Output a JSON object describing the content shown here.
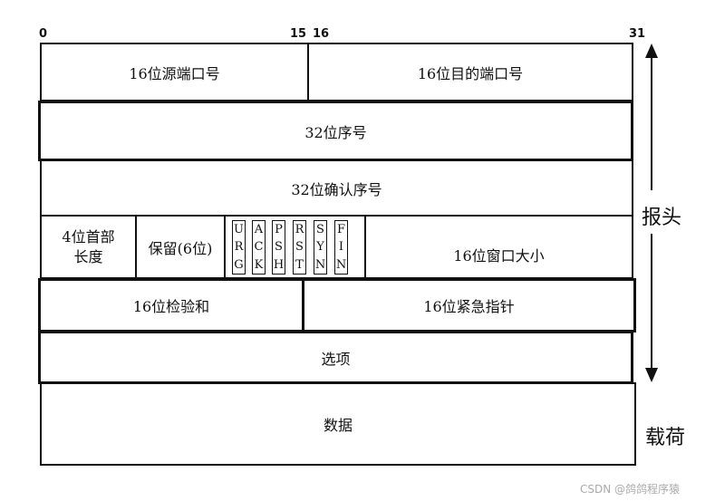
{
  "bit_labels": {
    "b0": "0",
    "b15": "15",
    "b16": "16",
    "b31": "31"
  },
  "fields": {
    "src_port": "16位源端口号",
    "dst_port": "16位目的端口号",
    "seq": "32位序号",
    "ack": "32位确认序号",
    "hdr_len_line1": "4位首部",
    "hdr_len_line2": "长度",
    "reserved": "保留(6位)",
    "window": "16位窗口大小",
    "checksum": "16位检验和",
    "urgent": "16位紧急指针",
    "options": "选项",
    "data": "数据"
  },
  "flags": [
    {
      "name": "urg",
      "letters": [
        "U",
        "R",
        "G"
      ]
    },
    {
      "name": "ack",
      "letters": [
        "A",
        "C",
        "K"
      ]
    },
    {
      "name": "psh",
      "letters": [
        "P",
        "S",
        "H"
      ]
    },
    {
      "name": "rst",
      "letters": [
        "R",
        "S",
        "T"
      ]
    },
    {
      "name": "syn",
      "letters": [
        "S",
        "Y",
        "N"
      ]
    },
    {
      "name": "fin",
      "letters": [
        "F",
        "I",
        "N"
      ]
    }
  ],
  "side_labels": {
    "header": "报头",
    "payload": "载荷"
  },
  "watermark": "CSDN @鸽鸽程序猿"
}
